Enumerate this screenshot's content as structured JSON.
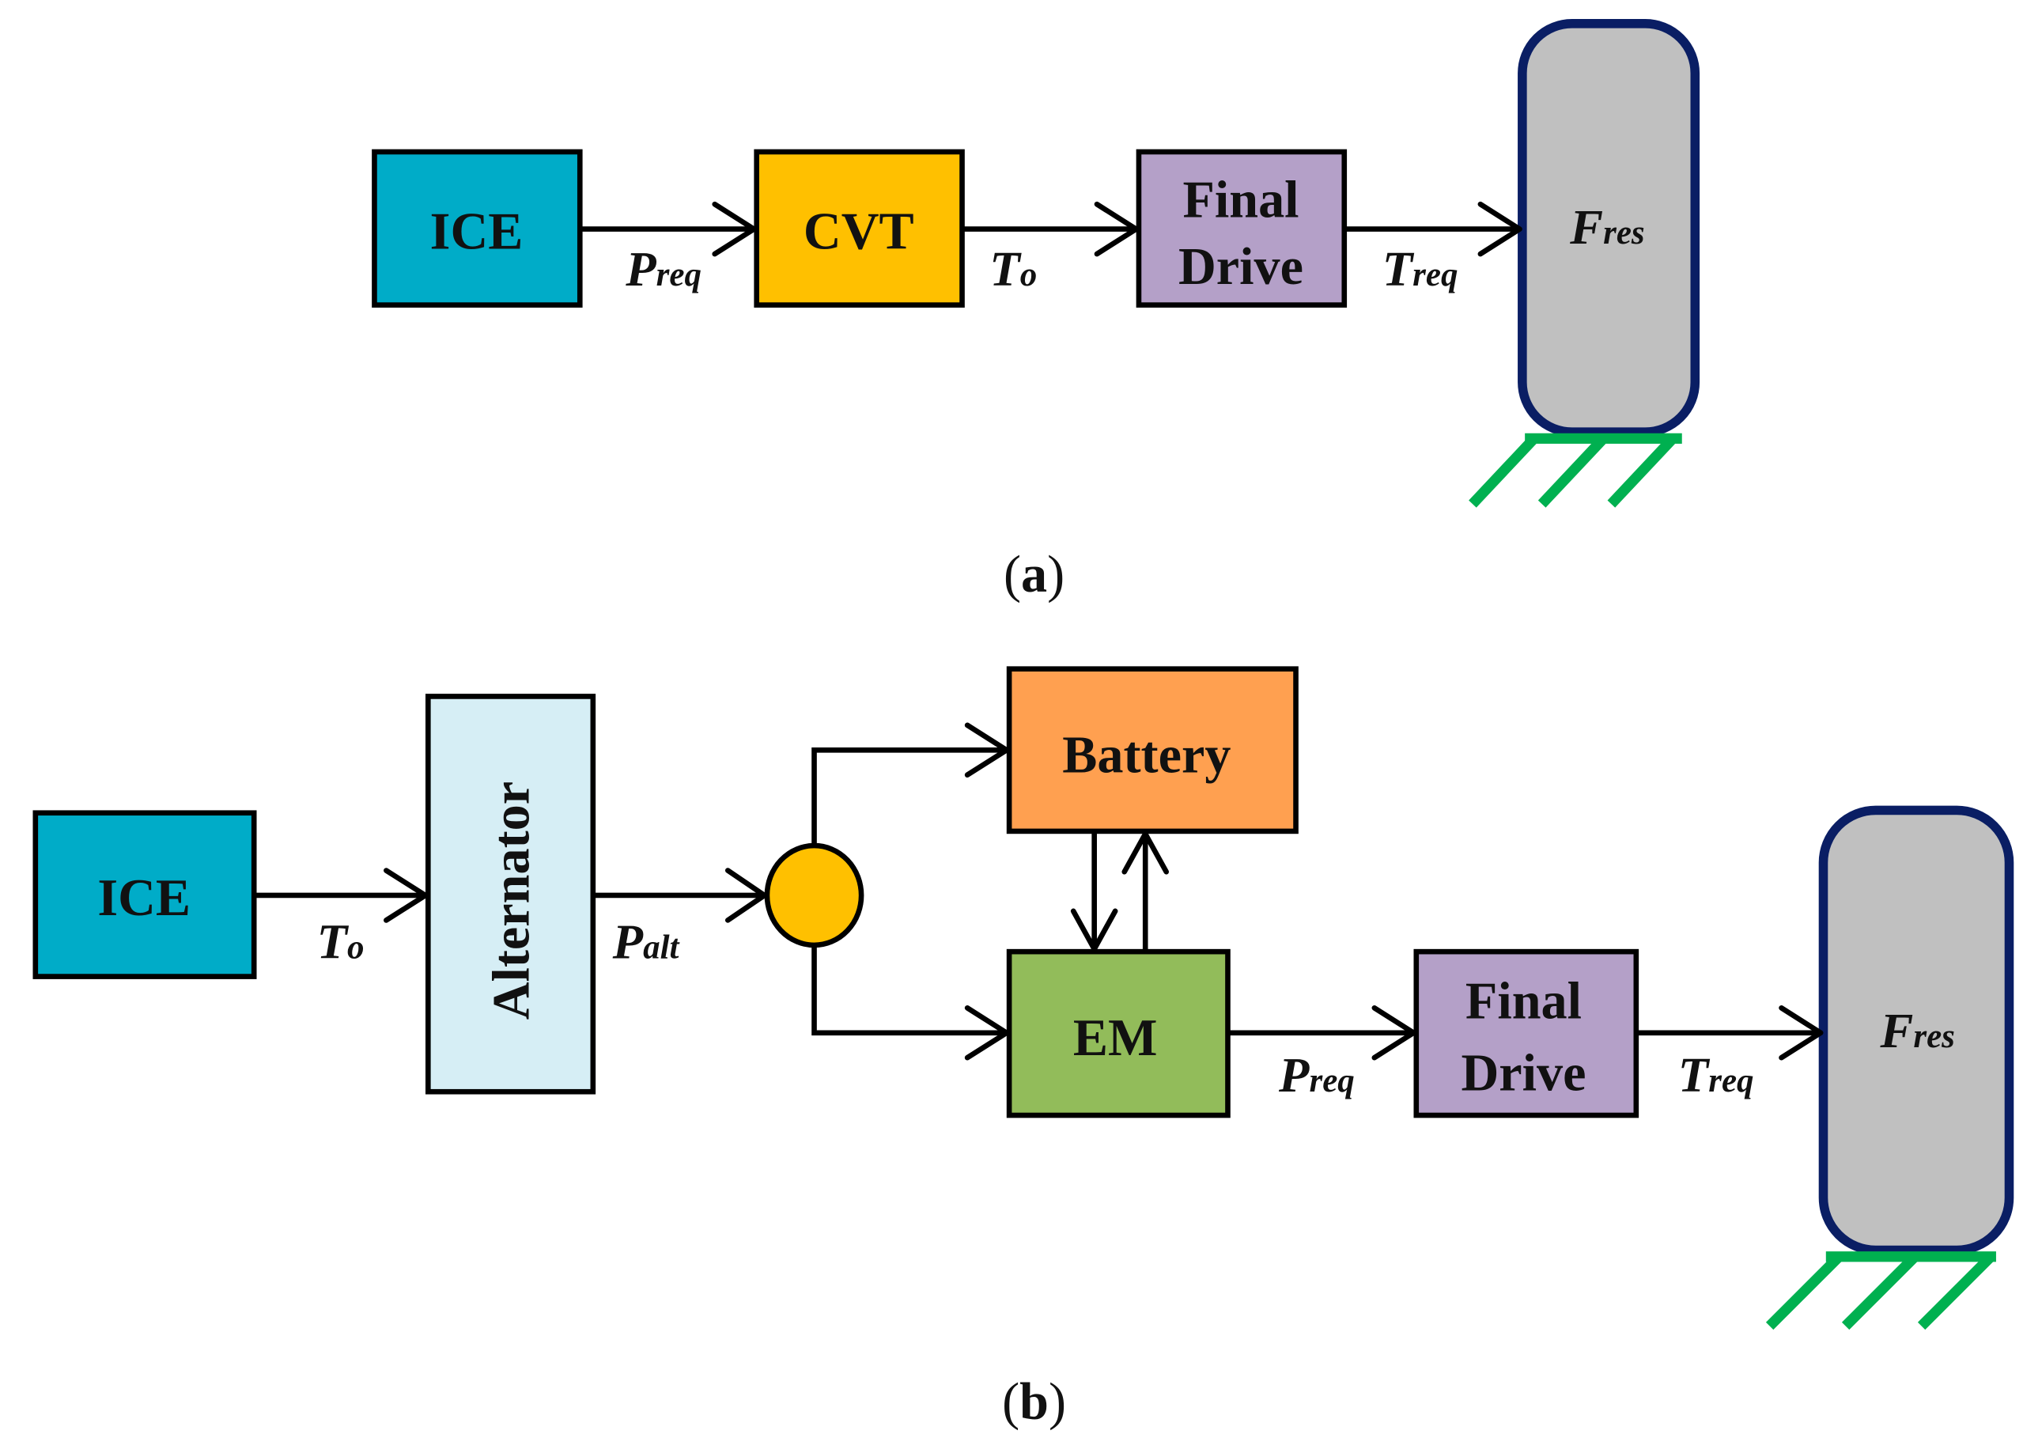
{
  "diagram_a": {
    "caption_letter": "a",
    "caption_open": "(",
    "caption_close": ")",
    "blocks": [
      {
        "id": "ice",
        "label": "ICE",
        "color": "#00acc8"
      },
      {
        "id": "cvt",
        "label": "CVT",
        "color": "#ffc000"
      },
      {
        "id": "final_drive",
        "line1": "Final",
        "line2": "Drive",
        "color": "#b4a0c8"
      }
    ],
    "wheel": {
      "main": "F",
      "sub": "res",
      "fill": "#c0c0c0",
      "stroke": "#0a1e64"
    },
    "signals": [
      {
        "main": "P",
        "sub": "req"
      },
      {
        "main": "T",
        "sub": "o"
      },
      {
        "main": "T",
        "sub": "req"
      }
    ]
  },
  "diagram_b": {
    "caption_letter": "b",
    "caption_open": "(",
    "caption_close": ")",
    "blocks": [
      {
        "id": "ice",
        "label": "ICE",
        "color": "#00acc8"
      },
      {
        "id": "alternator",
        "label": "Alternator",
        "color": "#d6eef5"
      },
      {
        "id": "junction",
        "color": "#ffc000"
      },
      {
        "id": "battery",
        "label": "Battery",
        "color": "#ffa050"
      },
      {
        "id": "em",
        "label": "EM",
        "color": "#92bc5a"
      },
      {
        "id": "final_drive",
        "line1": "Final",
        "line2": "Drive",
        "color": "#b4a0c8"
      }
    ],
    "wheel": {
      "main": "F",
      "sub": "res",
      "fill": "#c0c0c0",
      "stroke": "#0a1e64"
    },
    "signals": [
      {
        "main": "T",
        "sub": "o"
      },
      {
        "main": "P",
        "sub": "alt"
      },
      {
        "main": "P",
        "sub": "req"
      },
      {
        "main": "T",
        "sub": "req"
      }
    ]
  },
  "colors": {
    "ground": "#00b050",
    "line": "#000000"
  }
}
